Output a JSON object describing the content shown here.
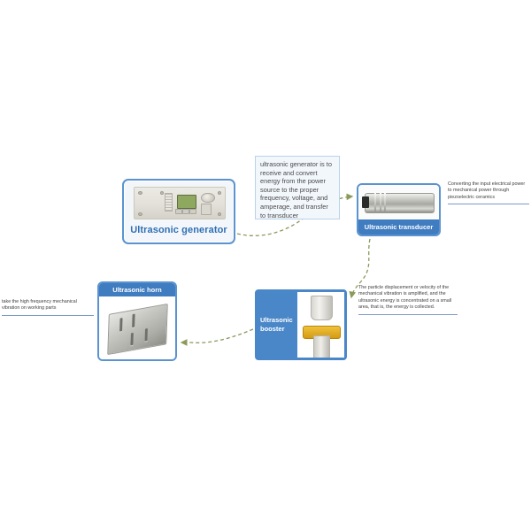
{
  "diagram": {
    "title": "Ultrasonic welding system component flow",
    "background": "#ffffff",
    "accent_blue": "#3f7cc0",
    "border_blue": "#5a93cf",
    "connector_color": "#8a9a5b",
    "booster_panel_color": "#4a87c8"
  },
  "nodes": {
    "generator": {
      "label": "Ultrasonic generator",
      "icon": "ultrasonic-generator-photo"
    },
    "transducer": {
      "label": "Ultrasonic transducer",
      "icon": "ultrasonic-transducer-photo"
    },
    "booster": {
      "label": "Ultrasonic booster",
      "label_line1": "Ultrasonic",
      "label_line2": "booster",
      "icon": "ultrasonic-booster-photo"
    },
    "horn": {
      "label": "Ultrasonic horn",
      "icon": "ultrasonic-horn-photo"
    }
  },
  "annotations": {
    "generator_note": "ultrasonic generator is to receive and convert energy from the power source to the proper frequency, voltage, and amperage, and transfer to transducer",
    "transducer_note": "Converting the input electrical power to mechanical power through piezoelectric ceramics",
    "booster_note": "The particle displacement or velocity of the mechanical vibration is amplified, and the ultrasonic energy is concentrated on a small area, that is, the energy is collected.",
    "horn_note": "take the high frequency mechanical vibration on working parts"
  },
  "connectors": [
    {
      "name": "generator-to-transducer",
      "from": "generator",
      "to": "transducer",
      "style": "dashed-curve-arrow"
    },
    {
      "name": "transducer-to-booster",
      "from": "transducer",
      "to": "booster",
      "style": "dashed-curve-arrow"
    },
    {
      "name": "booster-to-horn",
      "from": "booster",
      "to": "horn",
      "style": "dashed-curve-arrow"
    }
  ]
}
